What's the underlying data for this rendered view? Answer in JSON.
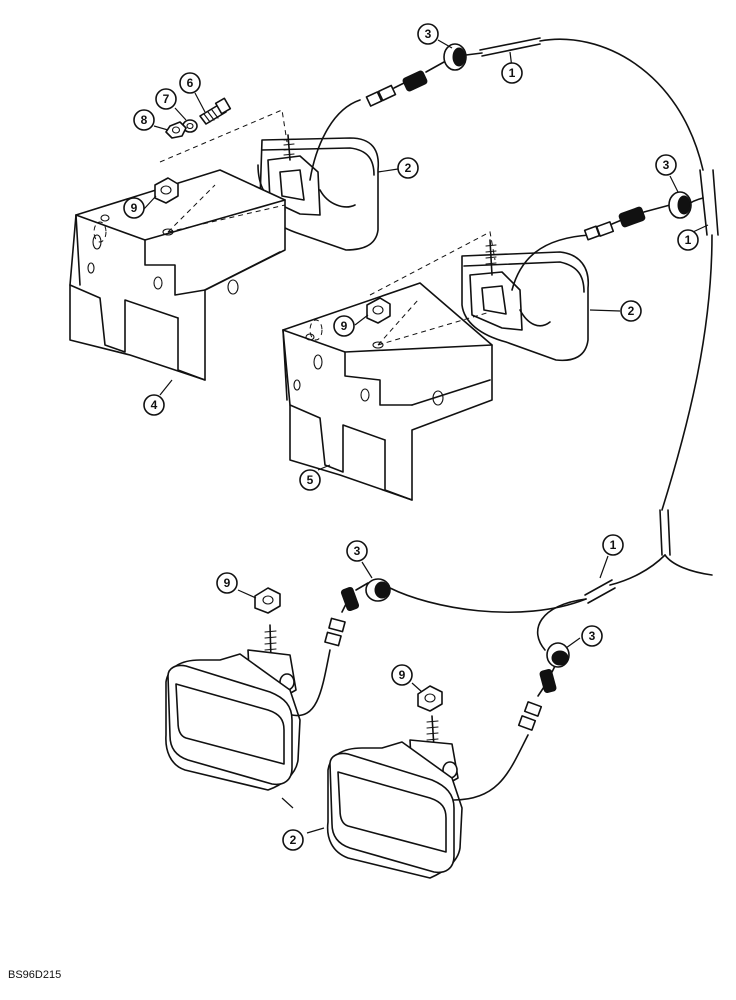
{
  "diagram": {
    "drawing_code": "BS96D215",
    "callouts": [
      {
        "id": "c-3-top",
        "label": "3"
      },
      {
        "id": "c-1-top",
        "label": "1"
      },
      {
        "id": "c-6",
        "label": "6"
      },
      {
        "id": "c-7",
        "label": "7"
      },
      {
        "id": "c-8",
        "label": "8"
      },
      {
        "id": "c-2-top",
        "label": "2"
      },
      {
        "id": "c-9-left",
        "label": "9"
      },
      {
        "id": "c-3-right",
        "label": "3"
      },
      {
        "id": "c-1-right",
        "label": "1"
      },
      {
        "id": "c-2-right",
        "label": "2"
      },
      {
        "id": "c-9-mid",
        "label": "9"
      },
      {
        "id": "c-4",
        "label": "4"
      },
      {
        "id": "c-5",
        "label": "5"
      },
      {
        "id": "c-1-lower",
        "label": "1"
      },
      {
        "id": "c-3-lower",
        "label": "3"
      },
      {
        "id": "c-9-lower-left",
        "label": "9"
      },
      {
        "id": "c-3-lower-right",
        "label": "3"
      },
      {
        "id": "c-9-lower-mid",
        "label": "9"
      },
      {
        "id": "c-2-bottom",
        "label": "2"
      }
    ]
  }
}
